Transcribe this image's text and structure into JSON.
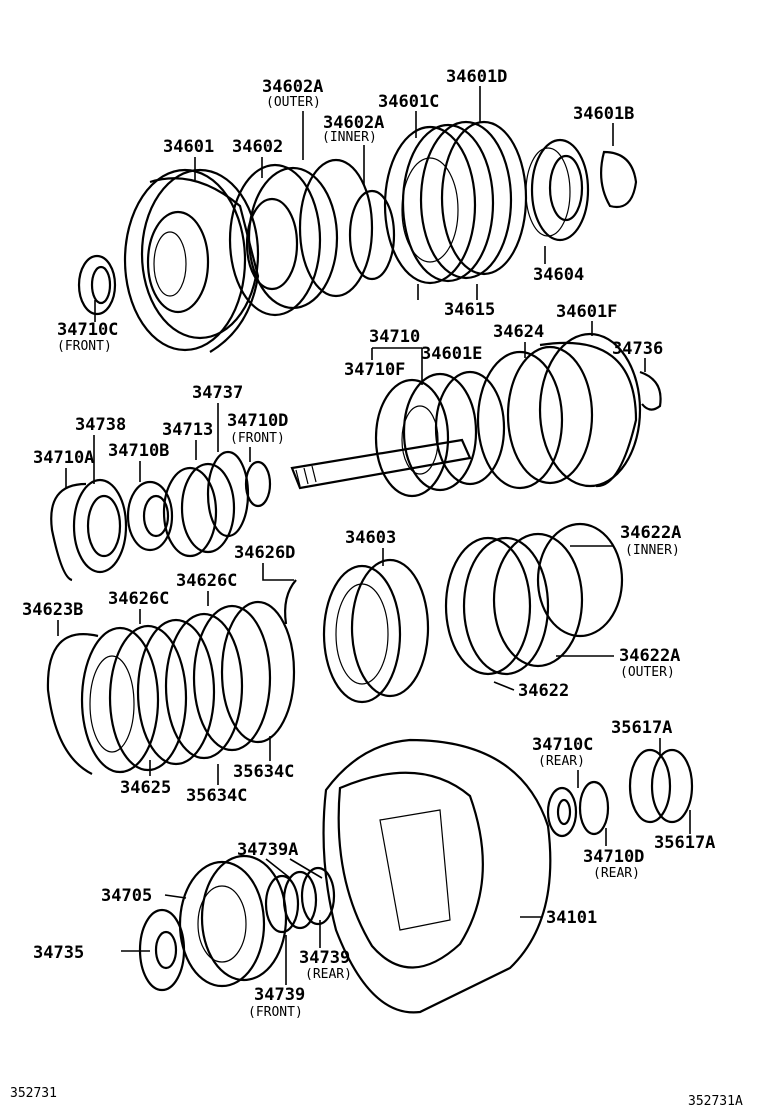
{
  "labels": [
    {
      "text": "34602A"
    },
    {
      "text": "(OUTER)"
    },
    {
      "text": "34601D"
    },
    {
      "text": "34601C"
    },
    {
      "text": "34602A"
    },
    {
      "text": "(INNER)"
    },
    {
      "text": "34601B"
    },
    {
      "text": "34601"
    },
    {
      "text": "34602"
    },
    {
      "text": "34604"
    },
    {
      "text": "34615"
    },
    {
      "text": "34710C"
    },
    {
      "text": "(FRONT)"
    },
    {
      "text": "34710"
    },
    {
      "text": "34624"
    },
    {
      "text": "34601F"
    },
    {
      "text": "34710F"
    },
    {
      "text": "34601E"
    },
    {
      "text": "34736"
    },
    {
      "text": "34737"
    },
    {
      "text": "34738"
    },
    {
      "text": "34713"
    },
    {
      "text": "34710D"
    },
    {
      "text": "(FRONT)"
    },
    {
      "text": "34710A"
    },
    {
      "text": "34710B"
    },
    {
      "text": "34603"
    },
    {
      "text": "34622A"
    },
    {
      "text": "(INNER)"
    },
    {
      "text": "34626D"
    },
    {
      "text": "34626C"
    },
    {
      "text": "34623B"
    },
    {
      "text": "34626C"
    },
    {
      "text": "34622A"
    },
    {
      "text": "(OUTER)"
    },
    {
      "text": "34622"
    },
    {
      "text": "34625"
    },
    {
      "text": "35634C"
    },
    {
      "text": "35634C"
    },
    {
      "text": "34710C"
    },
    {
      "text": "(REAR)"
    },
    {
      "text": "35617A"
    },
    {
      "text": "34710D"
    },
    {
      "text": "(REAR)"
    },
    {
      "text": "35617A"
    },
    {
      "text": "34739A"
    },
    {
      "text": "34705"
    },
    {
      "text": "34101"
    },
    {
      "text": "34735"
    },
    {
      "text": "34739"
    },
    {
      "text": "(REAR)"
    },
    {
      "text": "34739"
    },
    {
      "text": "(FRONT)"
    }
  ],
  "footer": {
    "left_code": "352731",
    "right_code": "352731A"
  }
}
